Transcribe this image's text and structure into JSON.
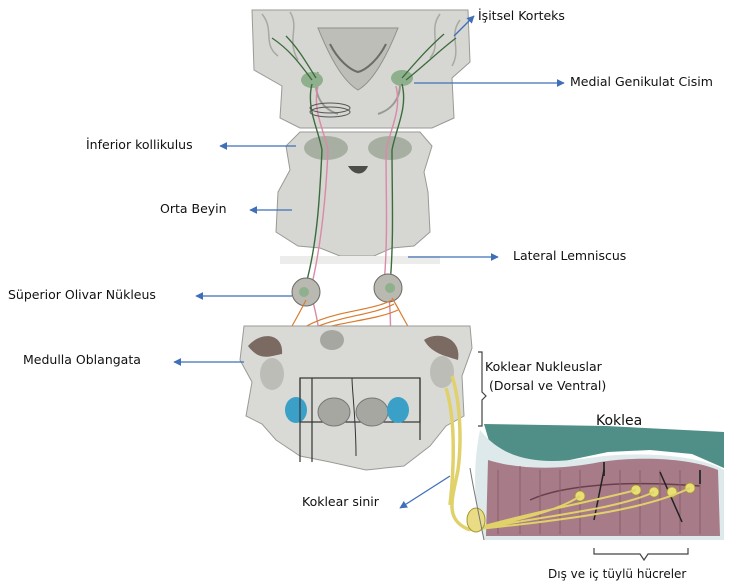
{
  "labels": {
    "auditory_cortex": "İşitsel Korteks",
    "medial_geniculate": "Medial Genikulat Cisim",
    "inferior_colliculus": "İnferior kollikulus",
    "midbrain": "Orta Beyin",
    "lateral_lemniscus": "Lateral Lemniscus",
    "superior_olivary": "Süperior Olivar Nükleus",
    "medulla": "Medulla Oblangata",
    "cochlear_nuclei_line1": "Koklear Nukleuslar",
    "cochlear_nuclei_line2": "(Dorsal ve Ventral)",
    "cochlea": "Koklea",
    "cochlear_nerve": "Koklear sinir",
    "hair_cells": "Dış ve  iç tüylü hücreler"
  },
  "colors": {
    "arrow": "#3f6fb8",
    "tissue": "#d9d9d6",
    "tissue_dark": "#b5b6b0",
    "ventricle": "#7a6a62",
    "nucleus_green": "#8eb08c",
    "path_pink": "#d98aa6",
    "path_orange": "#d97b2c",
    "nerve_yellow": "#e9dc84",
    "cochlea_teal": "#4f8f87",
    "hair_cell_brown": "#a77b88",
    "cochlear_nucleus_blue": "#3aa0c8"
  }
}
